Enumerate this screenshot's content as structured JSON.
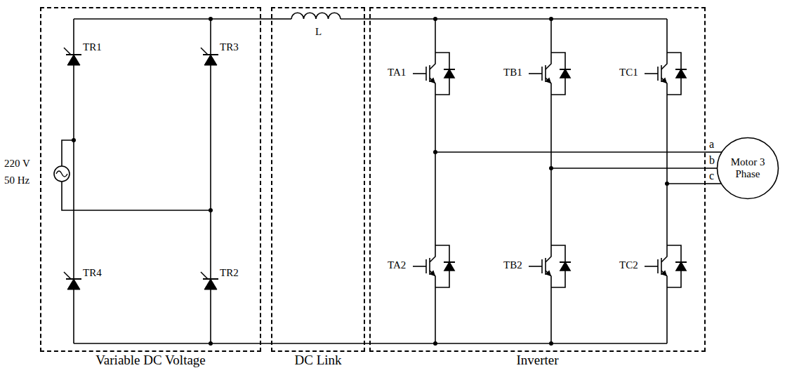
{
  "diagram": {
    "nodes": [
      {
        "text": [
          "Variable DC Voltage"
        ]
      },
      {
        "text": [
          "DC Link"
        ]
      },
      {
        "text": [
          "Inverter"
        ]
      },
      {
        "text": [
          "Motor 3 Phase"
        ]
      }
    ],
    "edges": [
      {
        "from": 0,
        "to": 1,
        "arrow": "none"
      },
      {
        "from": 1,
        "to": 2,
        "arrow": "none"
      },
      {
        "from": 0,
        "to": 2,
        "arrow": "none"
      },
      {
        "from": 2,
        "to": 3,
        "label": "a",
        "arrow": "none"
      },
      {
        "from": 2,
        "to": 3,
        "label": "b",
        "arrow": "none"
      },
      {
        "from": 2,
        "to": 3,
        "label": "c",
        "arrow": "none"
      }
    ],
    "labels": [
      "220 V",
      "50 Hz",
      "TR1",
      "TR3",
      "TR4",
      "TR2",
      "L",
      "TA1",
      "TB1",
      "TC1",
      "TA2",
      "TB2",
      "TC2"
    ]
  }
}
